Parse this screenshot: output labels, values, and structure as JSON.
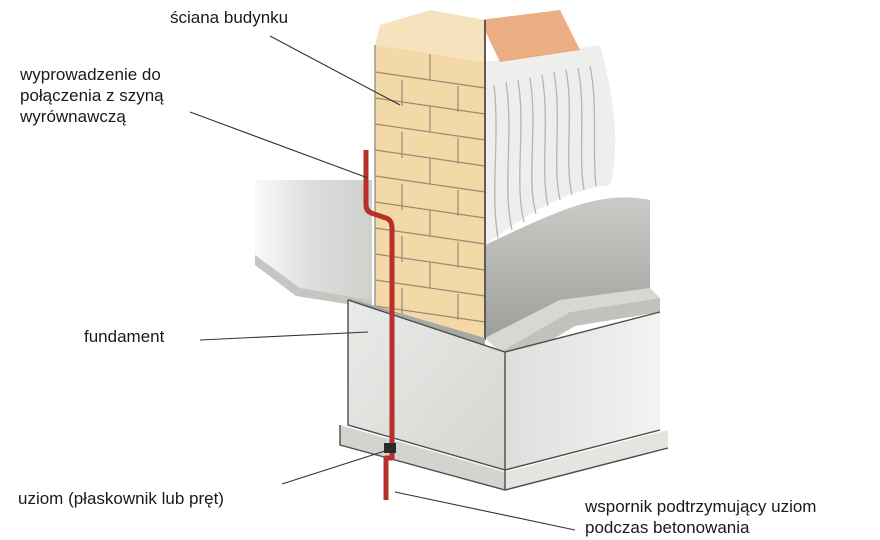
{
  "labels": {
    "wall": "ściana budynku",
    "lead_out": [
      "wyprowadzenie do",
      "połączenia z szyną",
      "wyrównawczą"
    ],
    "foundation": "fundament",
    "earth_electrode": "uziom (płaskownik lub pręt)",
    "support": [
      "wspornik podtrzymujący uziom",
      "podczas betonowania"
    ]
  },
  "colors": {
    "conductor": "#b8302a",
    "brick": "#f3d9a8",
    "brick_accent": "#e9955a",
    "concrete": "#e6e8e4",
    "concrete_shadow": "#b9bcb8",
    "leader_line": "#333333"
  }
}
